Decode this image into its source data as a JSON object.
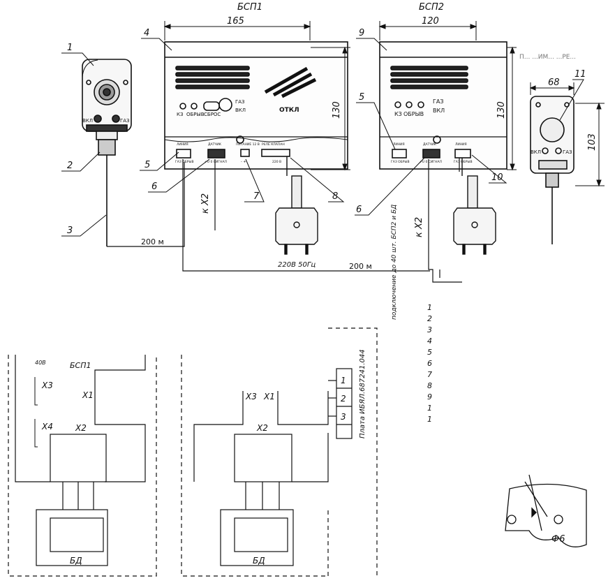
{
  "top_view": {
    "bsp1_title": "БСП1",
    "bsp2_title": "БСП2",
    "bsp1_width": "165",
    "bsp2_width": "120",
    "bsp1_height": "130",
    "bsp2_height": "130",
    "sensor_width": "68",
    "sensor_height": "103",
    "callouts": [
      "1",
      "2",
      "3",
      "4",
      "5",
      "6",
      "7",
      "8",
      "9",
      "5",
      "6",
      "10",
      "11"
    ],
    "bsp1_panel": {
      "kz": "КЗ",
      "obryv": "ОБРЫВ",
      "sbros": "СБРОС",
      "gaz": "ГАЗ",
      "vkl": "ВКЛ",
      "otkl": "ОТКЛ"
    },
    "bsp2_panel": {
      "kz": "КЗ",
      "obryv": "ОБРЫВ",
      "gaz": "ГАЗ",
      "vkl": "ВКЛ"
    },
    "bsp1_terminals": {
      "liniya": "ЛИНИЯ",
      "gaz_obryv": "ГАЗ ОБРЫВ",
      "datchik": "ДАТЧИК",
      "signal": "+U 0 СИГНАЛ",
      "pitanie": "ПИТАНИЕ 12 В",
      "pm": "- +",
      "rele": "РЕЛЕ КЛАПАН",
      "v220": "220 В"
    },
    "bsp2_terminals": {
      "liniya": "ЛИНИЯ",
      "gaz_obryv": "ГАЗ ОБРЫВ",
      "datchik": "ДАТЧИК",
      "signal": "+U 0 СИГНАЛ",
      "liniya2": "ЛИНИЯ",
      "gaz_obryv2": "ГАЗ ОБРЫВ"
    },
    "sensor_labels": {
      "vkl": "ВКЛ",
      "gaz": "ГАЗ"
    },
    "to_x2_left": "к Х2",
    "to_x2_right": "к Х2",
    "cable_200m_1": "200 м",
    "cable_200m_2": "200 м",
    "power_label": "220В 50Гц",
    "vertical_note": "подключение до 40 шт. БСП2 и БД",
    "partial_text_right": "П... ...ИМ... ...РЕ..."
  },
  "wiring": {
    "bsp1": "БСП1",
    "v40": "40В",
    "x3_left": "Х3",
    "x1_left": "Х1",
    "x4": "Х4",
    "x2_left": "Х2",
    "bd_left": "БД",
    "x3_right": "Х3",
    "x1_right": "Х1",
    "x2_right": "Х2",
    "bd_right": "БД",
    "plate_pins": [
      "1",
      "2",
      "3"
    ],
    "plate_label": "Плата ИБЯЛ.687241.044"
  },
  "legend_numbers": [
    "1",
    "2",
    "3",
    "4",
    "5",
    "6",
    "7",
    "8",
    "9",
    "1",
    "1"
  ],
  "detail": {
    "diameter": "Ф6"
  }
}
